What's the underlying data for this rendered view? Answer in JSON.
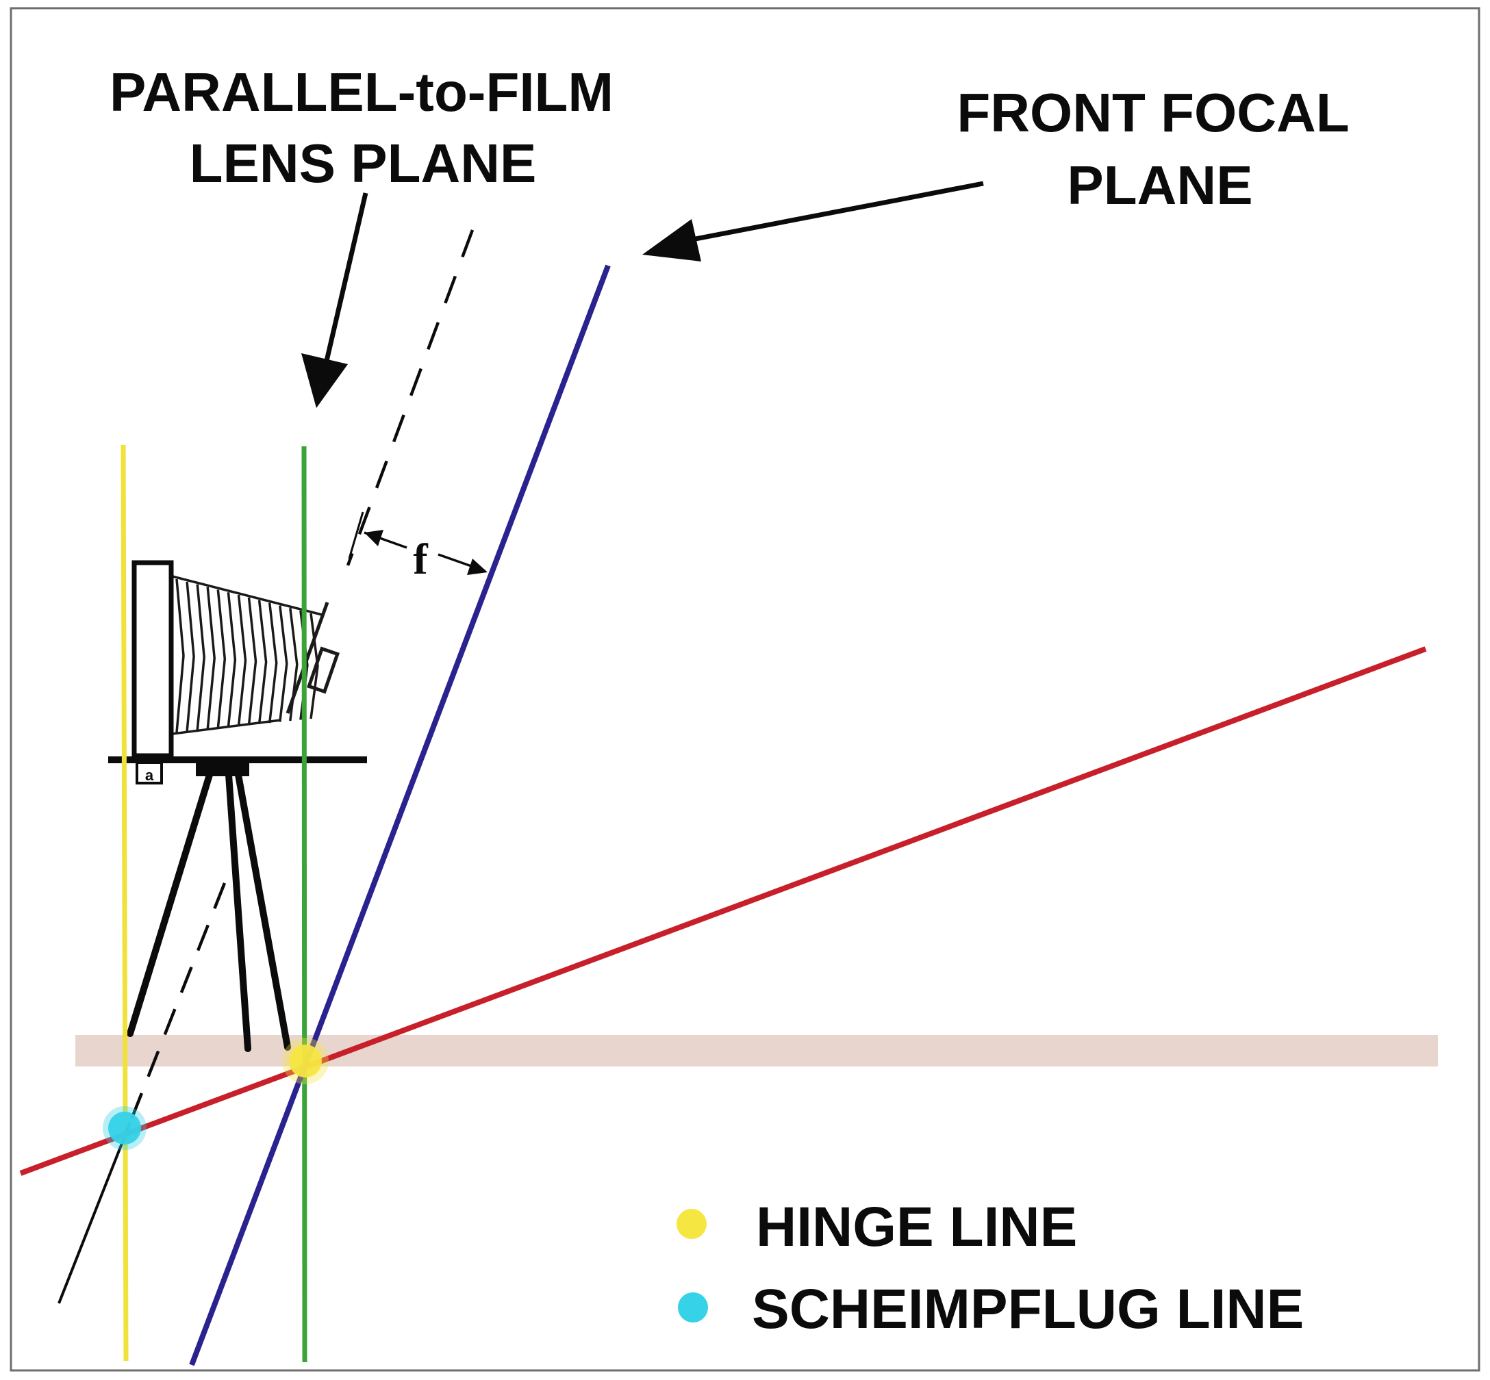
{
  "labels": {
    "parallel_line1": "PARALLEL-to-FILM",
    "parallel_line2": "LENS PLANE",
    "front_line1": "FRONT  FOCAL",
    "front_line2": "PLANE",
    "focal_symbol": "f",
    "camera_mark": "a"
  },
  "legend": {
    "items": [
      {
        "label": "HINGE  LINE",
        "color": "#f5e642"
      },
      {
        "label": "SCHEIMPFLUG  LINE",
        "color": "#35d2e8"
      }
    ]
  },
  "colors": {
    "film_plane": "#f0e23a",
    "lens_plane": "#3aa43a",
    "front_focal_plane": "#2a228e",
    "plane_of_focus": "#c8202a",
    "ground": "#e8d6ce",
    "hinge_point": "#f5e642",
    "scheimpflug_point": "#35d2e8",
    "border": "#6e6e6e"
  }
}
